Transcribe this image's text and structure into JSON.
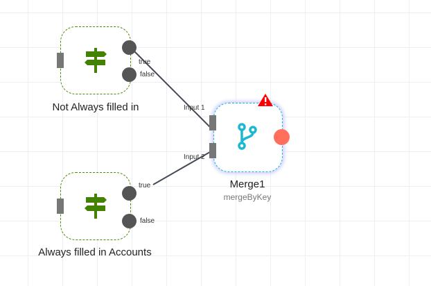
{
  "nodes": [
    {
      "name": "Not Always filled in",
      "outputs": [
        "true",
        "false"
      ],
      "icon": "signpost-icon"
    },
    {
      "name": "Always filled in Accounts",
      "outputs": [
        "true",
        "false"
      ],
      "icon": "signpost-icon"
    },
    {
      "name": "Merge1",
      "subtitle": "mergeByKey",
      "inputs": [
        "Input 1",
        "Input 2"
      ],
      "icon": "merge-icon",
      "warning": true
    }
  ],
  "colors": {
    "if_icon": "#438200",
    "merge_icon": "#1cb8d2",
    "output": "#ff6f5c",
    "warning": "#ff0000"
  }
}
